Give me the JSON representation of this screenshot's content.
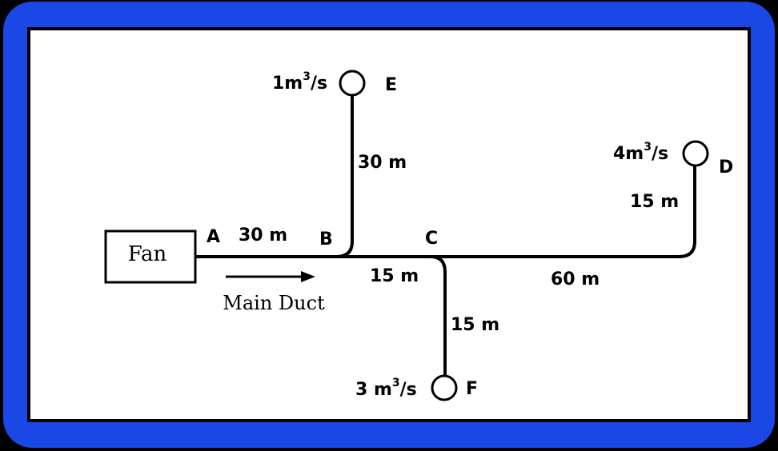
{
  "fan_label": "Fan",
  "main_duct_label": "Main Duct",
  "points": {
    "A": "A",
    "B": "B",
    "C": "C",
    "D": "D",
    "E": "E",
    "F": "F"
  },
  "lengths": {
    "ab": "30 m",
    "bc": "15 m",
    "cd": "60 m",
    "d_branch": "15 m",
    "e_branch": "30 m",
    "f_branch": "15 m"
  },
  "flows": {
    "E": {
      "value": "1m",
      "exp": "3",
      "unit": "/s"
    },
    "D": {
      "value": "4m",
      "exp": "3",
      "unit": "/s"
    },
    "F": {
      "value": "3 m",
      "exp": "3",
      "unit": "/s"
    }
  },
  "colors": {
    "frame_blue": "#1a47e6",
    "line": "#000000",
    "background": "#ffffff"
  }
}
